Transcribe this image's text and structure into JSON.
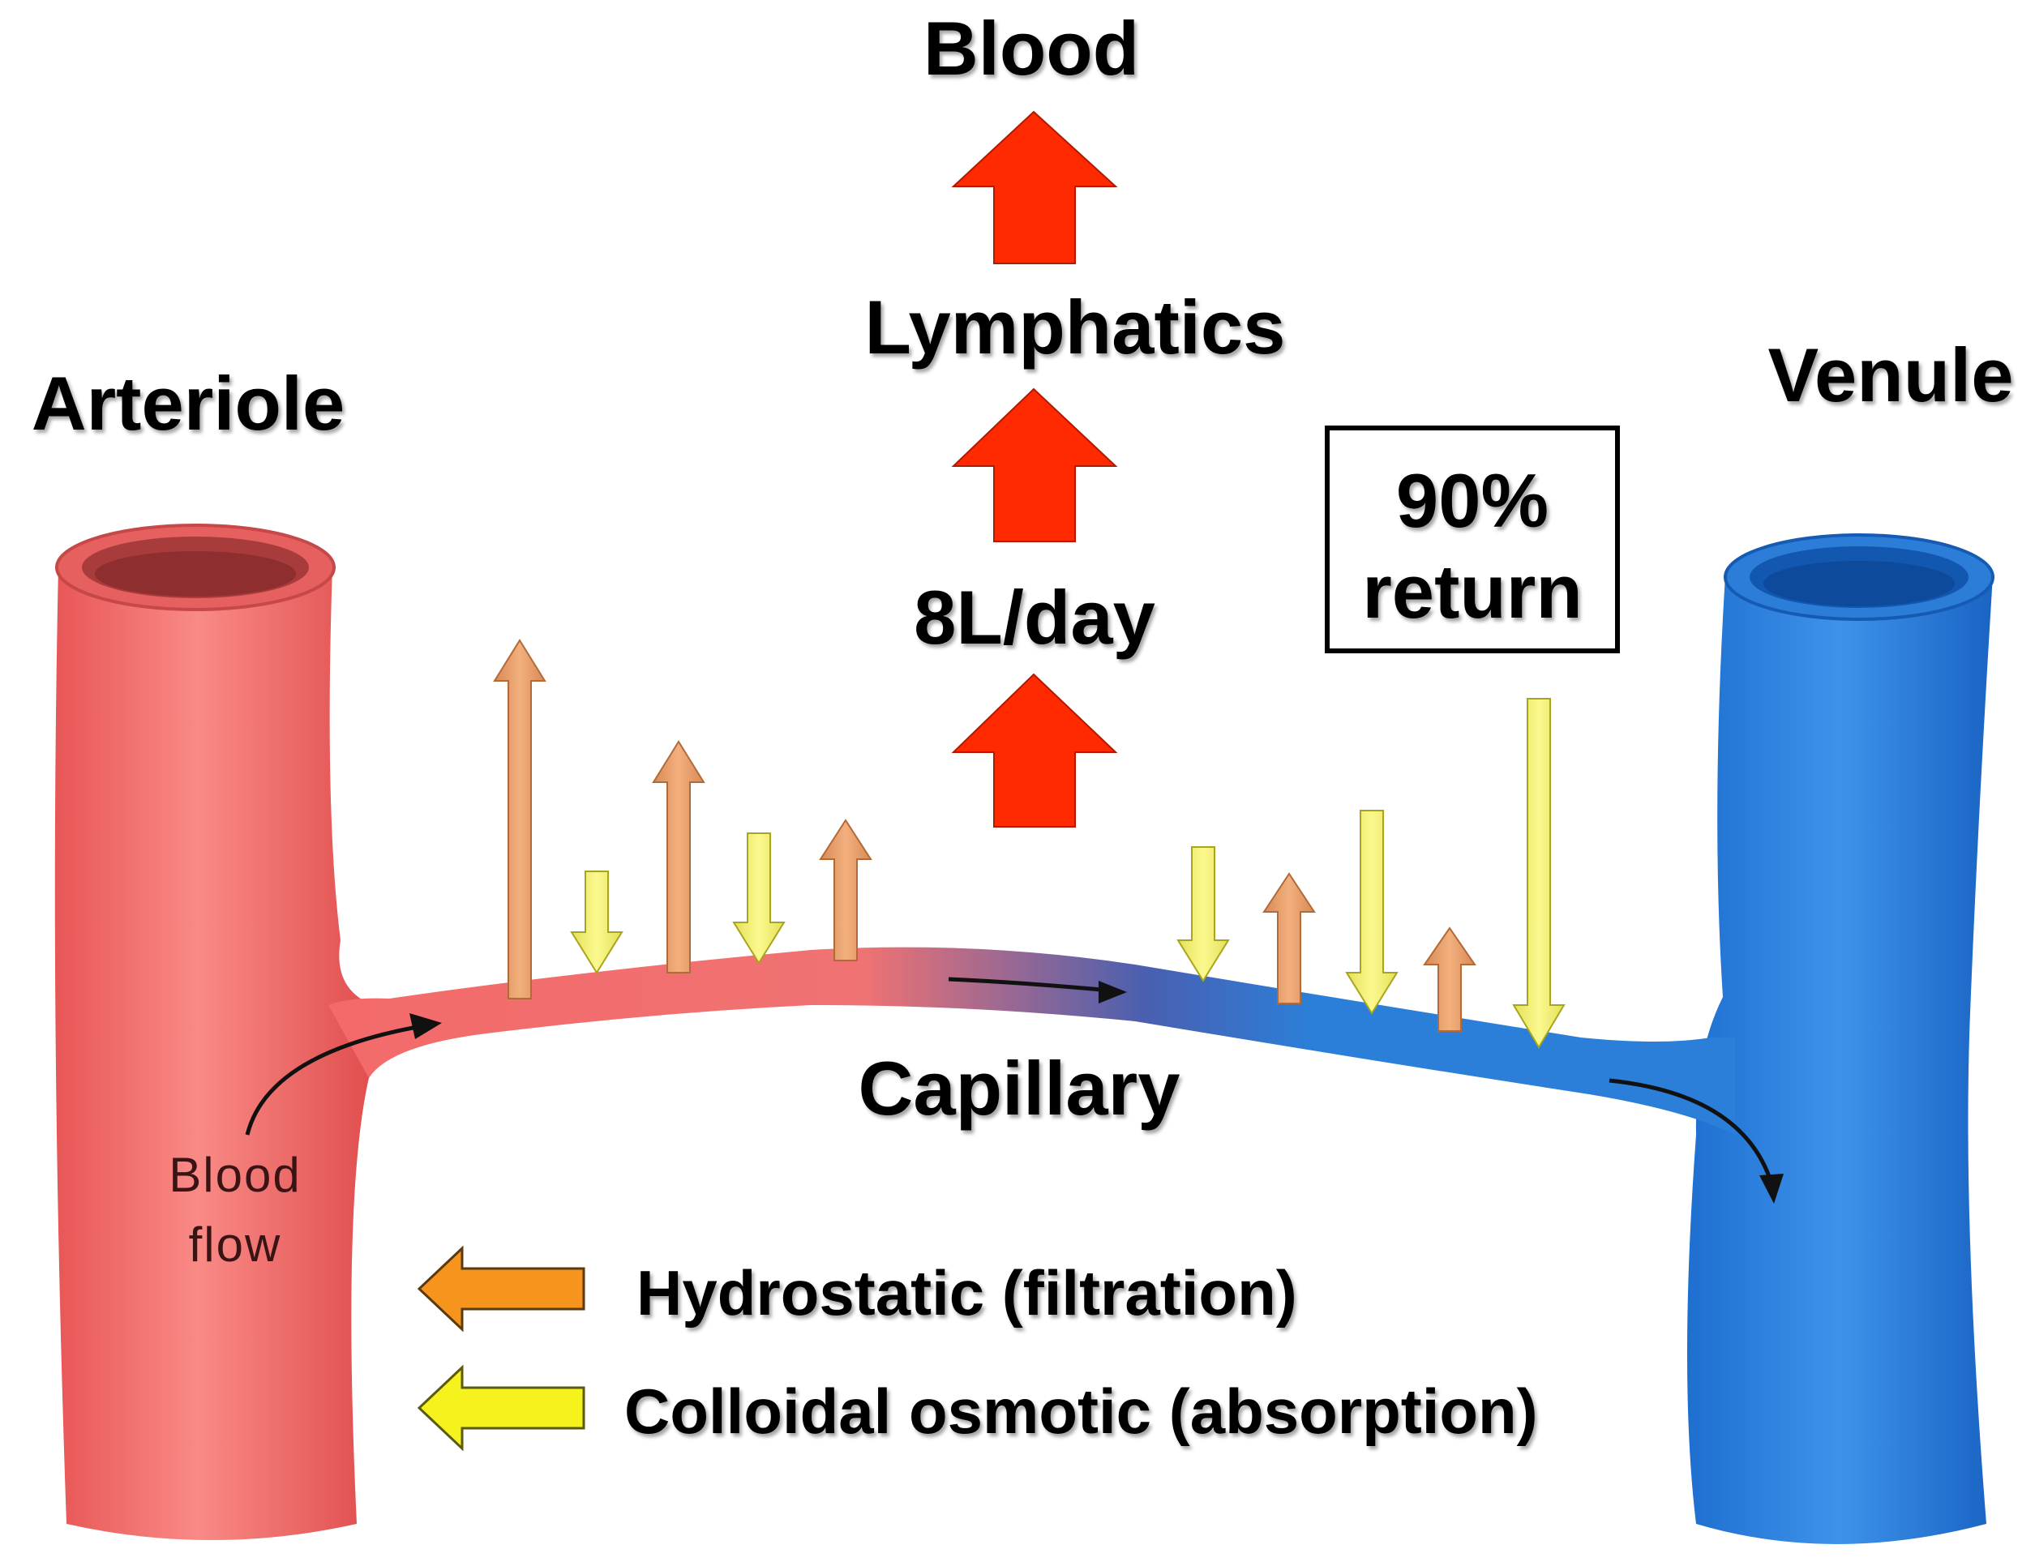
{
  "labels": {
    "blood": "Blood",
    "lymphatics": "Lymphatics",
    "flow_rate": "8L/day",
    "return_line1": "90%",
    "return_line2": "return",
    "arteriole": "Arteriole",
    "venule": "Venule",
    "capillary": "Capillary",
    "blood_flow_line1": "Blood",
    "blood_flow_line2": "flow"
  },
  "legend": {
    "hydrostatic": "Hydrostatic (filtration)",
    "colloidal": "Colloidal osmotic (absorption)"
  },
  "colors": {
    "arteriole": "#f46a6a",
    "venule": "#2b7fd9",
    "hydrostatic_arrow": "#f7941d",
    "colloidal_arrow": "#f5f21e",
    "flow_arrow": "#ff2a00"
  }
}
